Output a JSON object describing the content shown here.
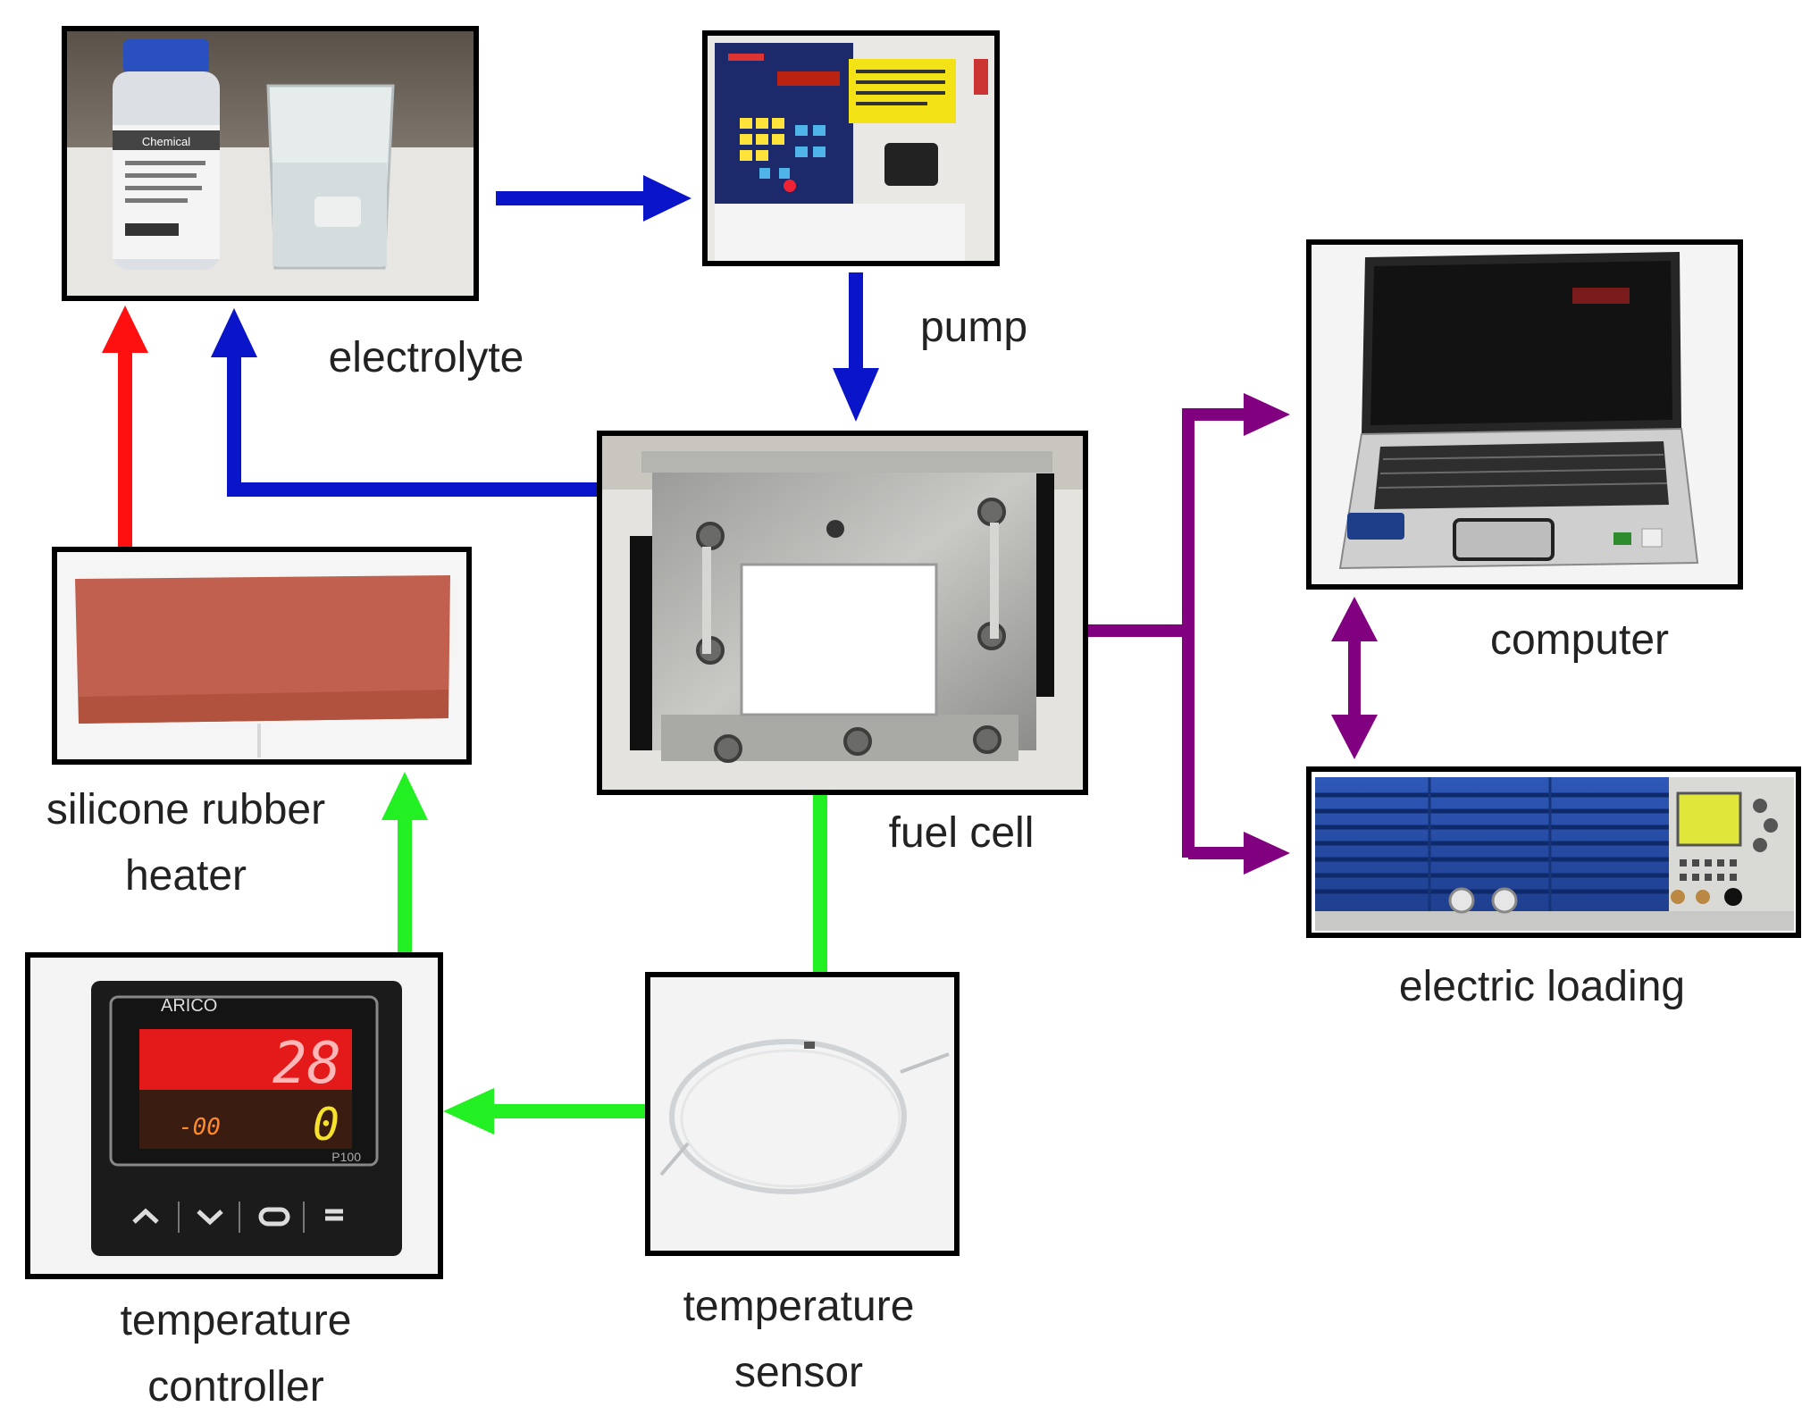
{
  "labels": {
    "electrolyte": "electrolyte",
    "pump": "pump",
    "computer": "computer",
    "silicone_line1": "silicone rubber",
    "silicone_line2": "heater",
    "fuel_cell": "fuel cell",
    "electric_loading": "electric loading",
    "temp_sensor_line1": "temperature",
    "temp_sensor_line2": "sensor",
    "temp_controller_line1": "temperature",
    "temp_controller_line2": "controller"
  },
  "devices": {
    "bottle_label": "Chemical",
    "controller_brand": "ARICO",
    "controller_pv": "28",
    "controller_sv": "0",
    "controller_small": "-00",
    "controller_model": "P100"
  },
  "colors": {
    "electrolyte_flow": "#0a14c8",
    "heat_flow": "#ff1010",
    "sensor_flow": "#22f022",
    "data_flow": "#800080"
  }
}
